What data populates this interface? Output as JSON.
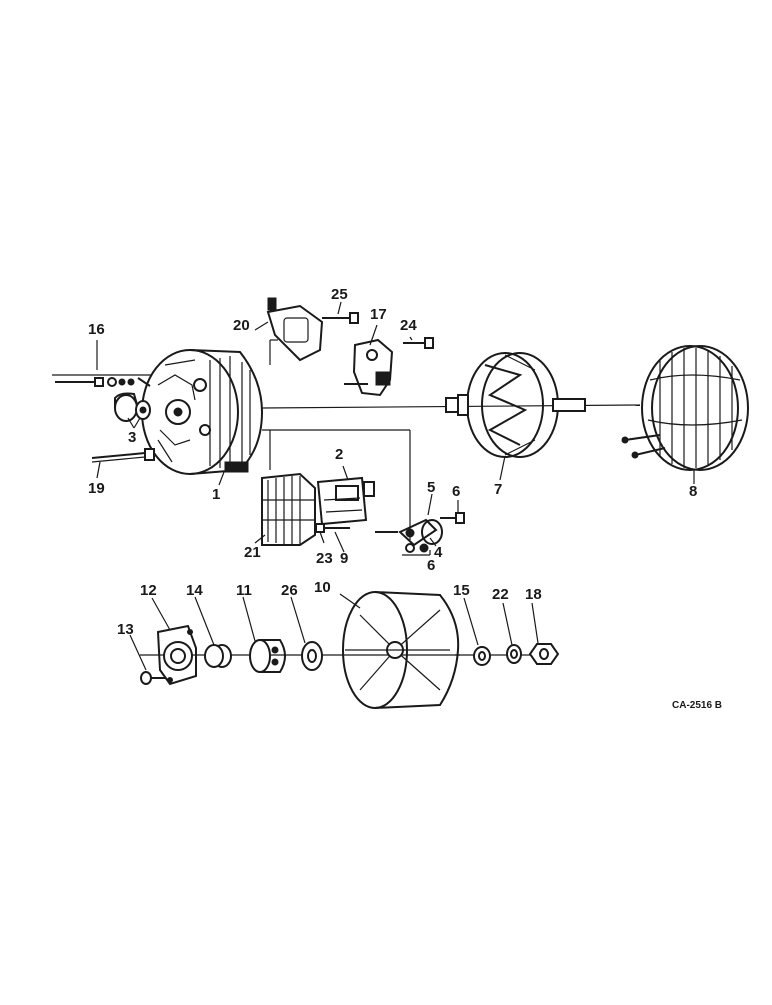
{
  "figure": {
    "reference_code": "CA-2516 B",
    "callouts": {
      "c1": "1",
      "c2": "2",
      "c3": "3",
      "c4": "4",
      "c5": "5",
      "c6a": "6",
      "c6b": "6",
      "c7": "7",
      "c8": "8",
      "c9": "9",
      "c10": "10",
      "c11": "11",
      "c12": "12",
      "c13": "13",
      "c14": "14",
      "c15": "15",
      "c16": "16",
      "c17": "17",
      "c18": "18",
      "c19": "19",
      "c20": "20",
      "c21": "21",
      "c22": "22",
      "c23": "23",
      "c24": "24",
      "c25": "25",
      "c26": "26"
    }
  }
}
